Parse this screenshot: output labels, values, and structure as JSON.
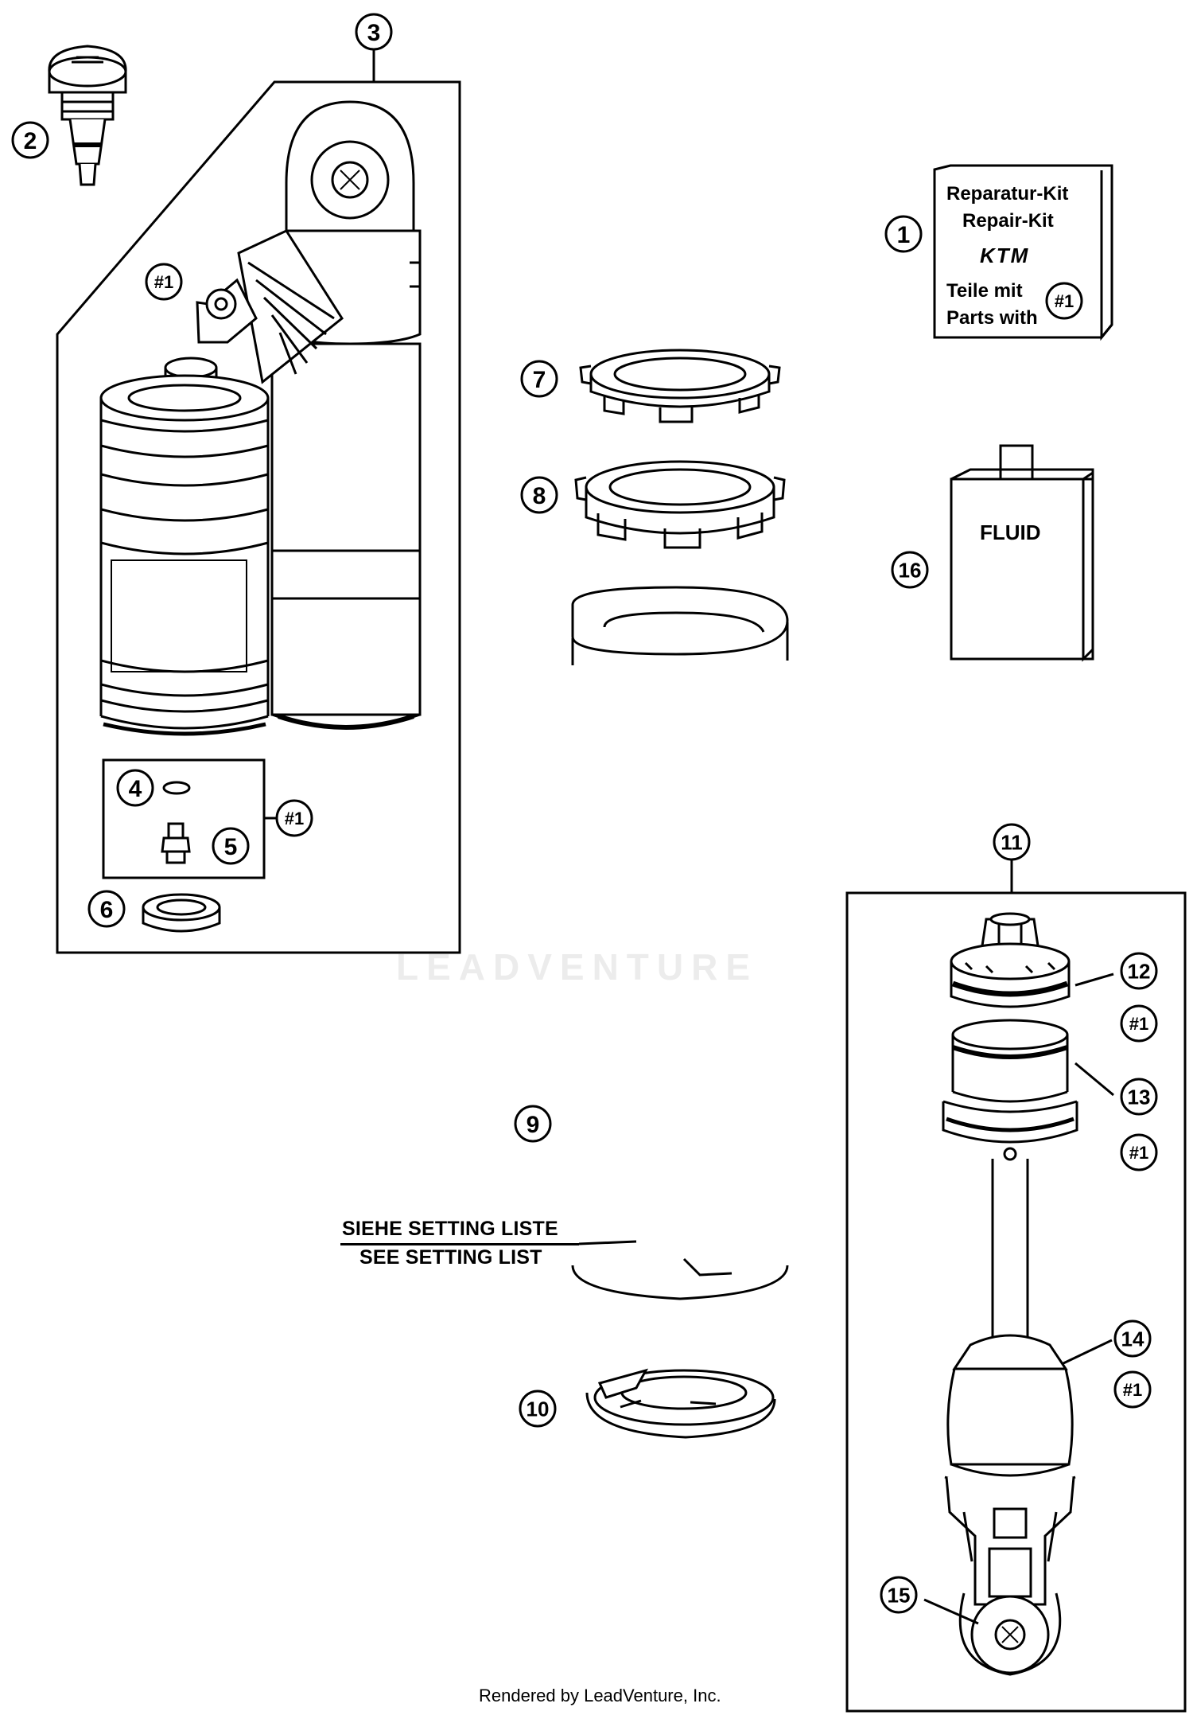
{
  "callouts": [
    "1",
    "2",
    "3",
    "4",
    "5",
    "6",
    "7",
    "8",
    "9",
    "10",
    "11",
    "12",
    "13",
    "14",
    "15",
    "16"
  ],
  "ref_badge": "#1",
  "repair_kit": {
    "line1": "Reparatur-Kit",
    "line2": "Repair-Kit",
    "brand": "KTM",
    "line3": "Teile mit",
    "line4": "Parts with"
  },
  "fluid_label": "FLUID",
  "setting_note": {
    "de": "SIEHE SETTING LISTE",
    "en": "SEE SETTING LIST"
  },
  "watermark": "LEADVENTURE",
  "footer": "Rendered by LeadVenture, Inc."
}
